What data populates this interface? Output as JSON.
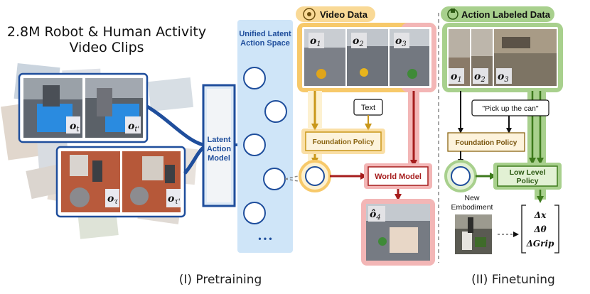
{
  "pretraining": {
    "title_line1": "2.8M Robot & Human Activity",
    "title_line2": "Video Clips",
    "frame_labels": [
      "o",
      "o",
      "o",
      "o"
    ],
    "frame_subs": [
      "t",
      "t'",
      "τ",
      "τ'"
    ],
    "model_line1": "Latent",
    "model_line2": "Action",
    "model_line3": "Model",
    "latent_space_line1": "Unified Latent",
    "latent_space_line2": "Action Space",
    "ellipsis": "• • •",
    "caption": "(I) Pretraining"
  },
  "video_data": {
    "header": "Video Data",
    "frame_labels": [
      "o",
      "o",
      "o"
    ],
    "frame_subs": [
      "1",
      "2",
      "3"
    ],
    "text_box": "Text",
    "foundation_policy": "Foundation Policy",
    "world_model": "World Model",
    "predicted_label": "ô",
    "predicted_sub": "4"
  },
  "finetuning": {
    "header": "Action Labeled Data",
    "frame_labels": [
      "o",
      "o",
      "o"
    ],
    "frame_subs": [
      "1",
      "2",
      "3"
    ],
    "instruction": "\"Pick up the can\"",
    "foundation_policy": "Foundation Policy",
    "low_level_line1": "Low Level",
    "low_level_line2": "Policy",
    "new_embodiment_line1": "New",
    "new_embodiment_line2": "Embodiment",
    "action_outputs": [
      "Δx",
      "Δθ",
      "ΔGrip"
    ],
    "caption": "(II) Finetuning"
  },
  "colors": {
    "blue": "#1f4e9c",
    "latent_bg": "#cfe5f8",
    "yellow": "#f7c96a",
    "yellow_fill": "#fdf1d0",
    "red": "#a61d1d",
    "pink": "#f3b6b6",
    "green": "#3d7a1c",
    "green_fill": "#e2f1d4",
    "green_band": "#a8d08d"
  }
}
